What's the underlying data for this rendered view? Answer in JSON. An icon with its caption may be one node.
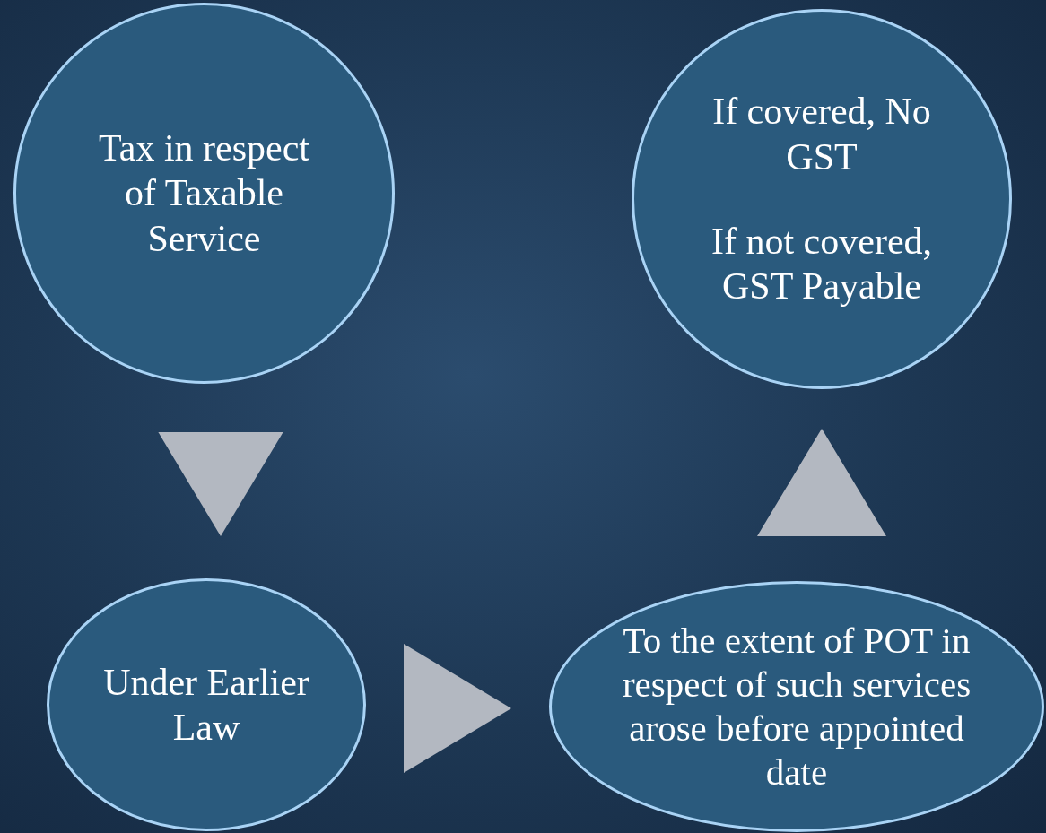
{
  "diagram": {
    "nodes": [
      {
        "text": [
          "Tax in respect of Taxable Service"
        ]
      },
      {
        "text": [
          "If covered, No GST",
          "If not covered, GST Payable"
        ]
      },
      {
        "text": [
          "Under Earlier Law"
        ]
      },
      {
        "text": [
          "To the extent of POT in  respect of such services arose before appointed date"
        ]
      }
    ],
    "edges": [
      {
        "from": 0,
        "to": 2,
        "arrow": "to"
      },
      {
        "from": 2,
        "to": 3,
        "arrow": "to"
      },
      {
        "from": 3,
        "to": 1,
        "arrow": "to"
      }
    ]
  }
}
